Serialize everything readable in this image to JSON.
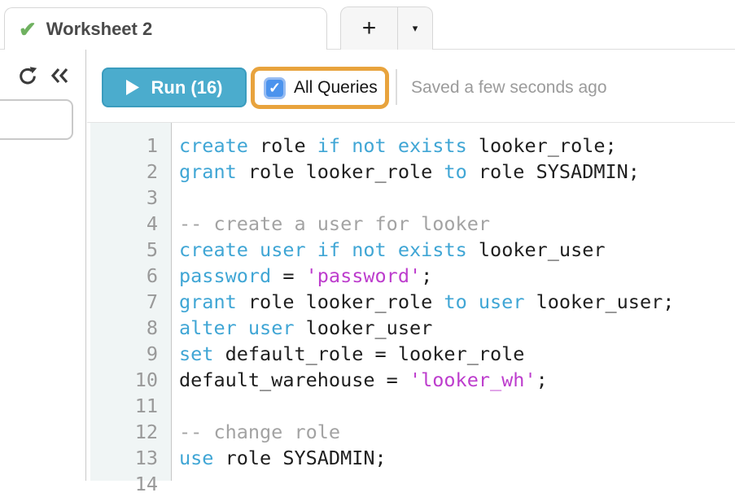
{
  "tab_bar": {
    "active_tab": {
      "title": "Worksheet 2",
      "status_icon": "check-icon",
      "status_glyph": "✔"
    },
    "new_tab_label": "+",
    "tab_menu_glyph": "▾"
  },
  "sidebar": {
    "icons": [
      {
        "name": "refresh-icon"
      },
      {
        "name": "collapse-sidebar-icon"
      }
    ],
    "search_value": ""
  },
  "toolbar": {
    "run_label": "Run (16)",
    "run_icon": "play-icon",
    "all_queries_label": "All Queries",
    "all_queries_checked": true,
    "checkbox_glyph": "✓",
    "saved_status": "Saved a few seconds ago"
  },
  "colors": {
    "run_button": "#4baccd",
    "run_button_border": "#3a9cbe",
    "annotation_highlight": "#e8a33d",
    "checkbox_blue": "#4b93ed",
    "tab_check_green": "#6fb160",
    "keyword_blue": "#40a6d5",
    "string_magenta": "#bd3dcd",
    "comment_gray": "#a3a3a3",
    "gutter_bg": "#f0f5f5"
  },
  "editor": {
    "lines": [
      {
        "n": "1",
        "tokens": [
          [
            "create",
            "k"
          ],
          [
            " role ",
            "p"
          ],
          [
            "if",
            "k"
          ],
          [
            " ",
            "p"
          ],
          [
            "not",
            "k"
          ],
          [
            " ",
            "p"
          ],
          [
            "exists",
            "k"
          ],
          [
            " looker_role;",
            "p"
          ]
        ]
      },
      {
        "n": "2",
        "tokens": [
          [
            "grant",
            "k"
          ],
          [
            " role looker_role ",
            "p"
          ],
          [
            "to",
            "k"
          ],
          [
            " role SYSADMIN;",
            "p"
          ]
        ]
      },
      {
        "n": "3",
        "tokens": []
      },
      {
        "n": "4",
        "tokens": [
          [
            "-- create a user for looker",
            "c"
          ]
        ]
      },
      {
        "n": "5",
        "tokens": [
          [
            "create",
            "k"
          ],
          [
            " ",
            "p"
          ],
          [
            "user",
            "k"
          ],
          [
            " ",
            "p"
          ],
          [
            "if",
            "k"
          ],
          [
            " ",
            "p"
          ],
          [
            "not",
            "k"
          ],
          [
            " ",
            "p"
          ],
          [
            "exists",
            "k"
          ],
          [
            " looker_user",
            "p"
          ]
        ]
      },
      {
        "n": "6",
        "tokens": [
          [
            "password",
            "k"
          ],
          [
            " = ",
            "p"
          ],
          [
            "'password'",
            "s"
          ],
          [
            ";",
            "p"
          ]
        ]
      },
      {
        "n": "7",
        "tokens": [
          [
            "grant",
            "k"
          ],
          [
            " role looker_role ",
            "p"
          ],
          [
            "to",
            "k"
          ],
          [
            " ",
            "p"
          ],
          [
            "user",
            "k"
          ],
          [
            " looker_user;",
            "p"
          ]
        ]
      },
      {
        "n": "8",
        "tokens": [
          [
            "alter",
            "k"
          ],
          [
            " ",
            "p"
          ],
          [
            "user",
            "k"
          ],
          [
            " looker_user",
            "p"
          ]
        ]
      },
      {
        "n": "9",
        "tokens": [
          [
            "set",
            "k"
          ],
          [
            " default_role = looker_role",
            "p"
          ]
        ]
      },
      {
        "n": "10",
        "tokens": [
          [
            "default_warehouse = ",
            "p"
          ],
          [
            "'looker_wh'",
            "s"
          ],
          [
            ";",
            "p"
          ]
        ]
      },
      {
        "n": "11",
        "tokens": []
      },
      {
        "n": "12",
        "tokens": [
          [
            "-- change role",
            "c"
          ]
        ]
      },
      {
        "n": "13",
        "tokens": [
          [
            "use",
            "k"
          ],
          [
            " role SYSADMIN;",
            "p"
          ]
        ]
      },
      {
        "n": "14",
        "tokens": []
      }
    ]
  }
}
